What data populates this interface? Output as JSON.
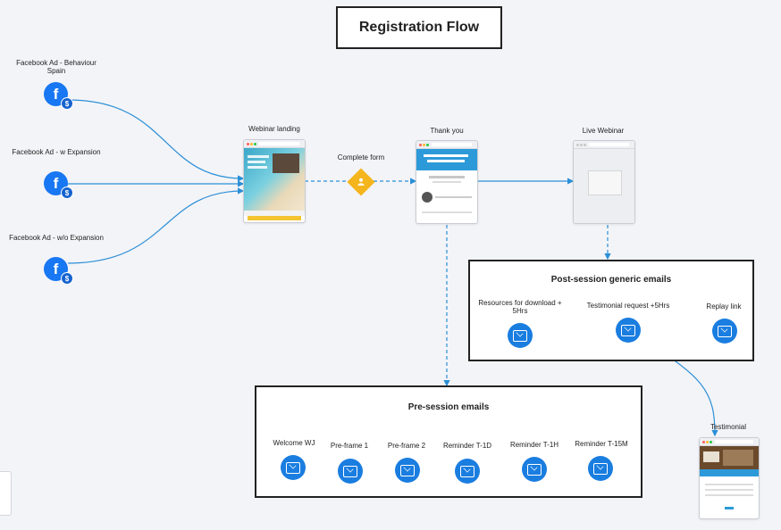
{
  "title": "Registration Flow",
  "sources": [
    {
      "label": "Facebook Ad - Behaviour Spain",
      "icon": "facebook-ad-icon"
    },
    {
      "label": "Facebook Ad - w Expansion",
      "icon": "facebook-ad-icon"
    },
    {
      "label": "Facebook Ad - w/o Expansion",
      "icon": "facebook-ad-icon"
    }
  ],
  "pages": {
    "webinar_landing": "Webinar landing",
    "thank_you": "Thank you",
    "live_webinar": "Live Webinar",
    "testimonial": "Testimonial"
  },
  "condition": {
    "label": "Complete form",
    "icon": "form-person-icon"
  },
  "post_session": {
    "title": "Post-session generic emails",
    "emails": [
      "Resources for download + 5Hrs",
      "Testimonial request +5Hrs",
      "Replay link"
    ]
  },
  "pre_session": {
    "title": "Pre-session emails",
    "emails": [
      "Welcome WJ",
      "Pre-frame 1",
      "Pre-frame 2",
      "Reminder T-1D",
      "Reminder T-1H",
      "Reminder T-15M"
    ]
  },
  "colors": {
    "connector": "#2b8fd6",
    "facebook": "#1877f2",
    "email": "#1a7de0",
    "condition": "#f4b51d"
  }
}
